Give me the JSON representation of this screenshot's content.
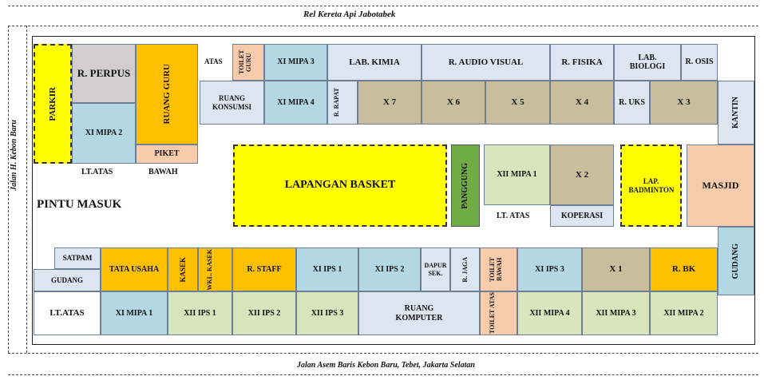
{
  "roads": {
    "north": "Rel Kereta Api Jabotabek",
    "west": "Jalan H. Kebon Baru",
    "south": "Jalan Asem Baris Kebon Baru, Tebet, Jakarta Selatan"
  },
  "labels": {
    "pintu_masuk": "PINTU MASUK",
    "lt_atas_left": "LT.ATAS",
    "bawah_left": "BAWAH",
    "lt_atas_mid": "LT. ATAS",
    "atas_top": "ATAS",
    "lt_atas_bottom": "LT.ATAS"
  },
  "rooms": {
    "parkir": "PARKIR",
    "r_perpus": "R. PERPUS",
    "xi_mipa_2": "XI MIPA 2",
    "ruang_guru": "RUANG GURU",
    "piket": "PIKET",
    "toilet_guru": "TOILET GURU",
    "xi_mipa_3": "XI MIPA 3",
    "lab_kimia": "LAB. KIMIA",
    "r_audio_visual": "R. AUDIO VISUAL",
    "r_fisika": "R. FISIKA",
    "lab_biologi": "LAB. BIOLOGI",
    "r_osis": "R. OSIS",
    "ruang_konsumsi": "RUANG KONSUMSI",
    "xi_mipa_4": "XI MIPA 4",
    "r_rapat": "R. RAPAT",
    "x7": "X 7",
    "x6": "X 6",
    "x5": "X 5",
    "x4": "X 4",
    "r_uks": "R. UKS",
    "x3": "X 3",
    "kantin": "KANTIN",
    "lapangan_basket": "LAPANGAN BASKET",
    "panggung": "PANGGUNG",
    "xii_mipa_1": "XII MIPA 1",
    "x2": "X 2",
    "koperasi": "KOPERASI",
    "lap_badminton": "LAP. BADMINTON",
    "masjid": "MASJID",
    "gudang_right": "GUDANG",
    "satpam": "SATPAM",
    "gudang_left": "GUDANG",
    "tata_usaha": "TATA USAHA",
    "kasek": "KASEK",
    "wkl_kasek": "WKL. KASEK",
    "r_staff": "R. STAFF",
    "xi_ips_1": "XI IPS 1",
    "xi_ips_2": "XI IPS 2",
    "dapur_sek": "DAPUR SEK.",
    "r_jaga": "R. JAGA",
    "toilet_bawah": "TOILET BAWAH",
    "xi_ips_3": "XI IPS 3",
    "x1": "X 1",
    "r_bk": "R. BK",
    "xi_mipa_1": "XI MIPA 1",
    "xii_ips_1": "XII IPS 1",
    "xii_ips_2": "XII IPS 2",
    "xii_ips_3": "XII IPS 3",
    "ruang_komputer": "RUANG KOMPUTER",
    "toilet_atas": "TOILET ATAS",
    "xii_mipa_4": "XII MIPA 4",
    "xii_mipa_3": "XII MIPA 3",
    "xii_mipa_2": "XII MIPA 2"
  },
  "colors": {
    "yellow": "#ffff00",
    "orange": "#ffc000",
    "gray": "#d0cece",
    "light_blue": "#b4d7e4",
    "pale_blue": "#dde5f0",
    "khaki": "#c8bd9c",
    "light_green": "#d8e4bc",
    "peach": "#f8cbad",
    "green": "#70ad47"
  }
}
